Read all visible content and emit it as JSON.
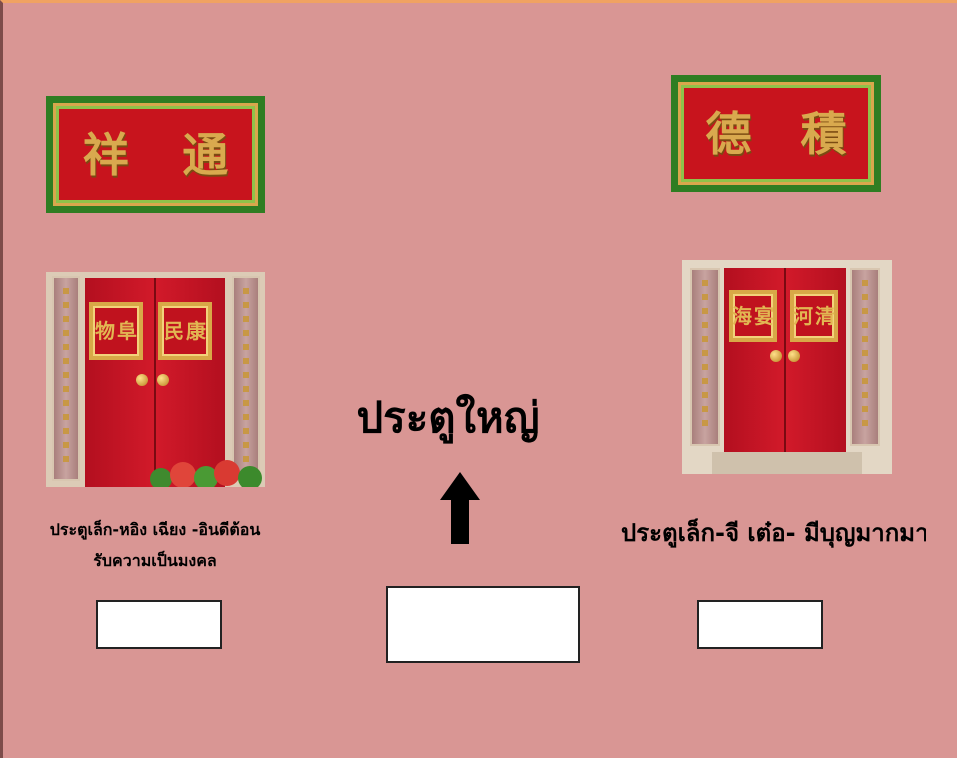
{
  "main_door": {
    "title": "ประตูใหญ่",
    "arrow_icon": "arrow-up-icon"
  },
  "left_door": {
    "plaque_chars": [
      "祥",
      "通"
    ],
    "door_plaques": [
      {
        "chars": [
          "物",
          "阜"
        ]
      },
      {
        "chars": [
          "民",
          "康"
        ]
      }
    ],
    "caption_line1": "ประตูเล็ก-หอิง เฉียง -อินดีต้อน",
    "caption_line2": "รับความเป็นมงคล"
  },
  "right_door": {
    "plaque_chars": [
      "德",
      "積"
    ],
    "door_plaques": [
      {
        "chars": [
          "海",
          "宴"
        ]
      },
      {
        "chars": [
          "河",
          "清"
        ]
      }
    ],
    "caption": "ประตูเล็ก-จี เต๋อ- มีบุญมากมาย"
  },
  "colors": {
    "background": "#d99694",
    "frame_top": "#f0a262",
    "door_red": "#c8141d",
    "gold": "#d9a94e",
    "plaque_green": "#2f7d22"
  }
}
